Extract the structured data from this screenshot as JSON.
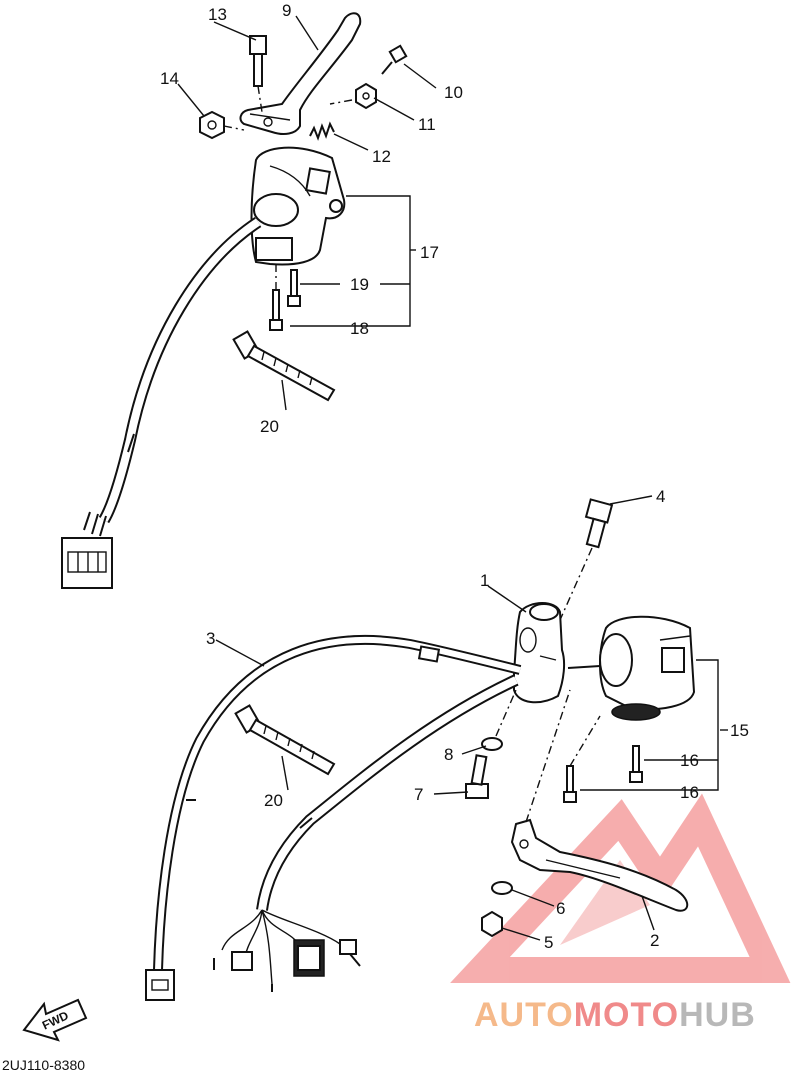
{
  "diagram": {
    "labels": [
      "1",
      "2",
      "3",
      "4",
      "5",
      "6",
      "7",
      "8",
      "9",
      "10",
      "11",
      "12",
      "13",
      "14",
      "15",
      "16",
      "16",
      "17",
      "18",
      "19",
      "20",
      "20"
    ],
    "fwd_label": "FWD",
    "drawing_code": "2UJ110-8380"
  },
  "watermark": {
    "brand_a": "AUTO",
    "brand_b": "MOTO",
    "brand_c": "HUB",
    "color_a": "#f5b98a",
    "color_b": "#f08a8a",
    "color_c": "#b8b8b8"
  }
}
